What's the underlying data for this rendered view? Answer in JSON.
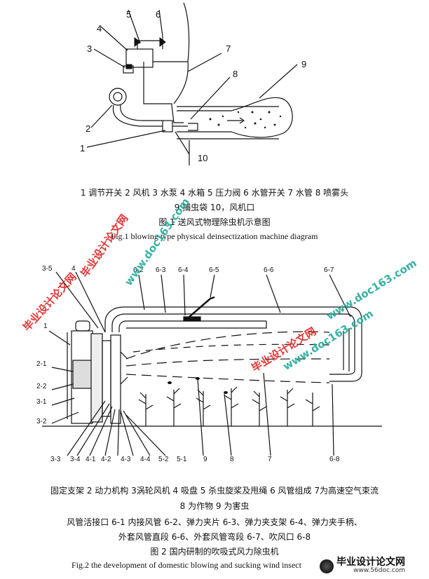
{
  "figure1": {
    "callouts": [
      "5",
      "6",
      "4",
      "3",
      "7",
      "8",
      "9",
      "2",
      "1",
      "10"
    ],
    "legend_line1": "1 调节开关  2 风机  3 水泵  4 水箱  5 压力阀  6 水管开关  7 水管  8 喷雾头",
    "legend_line2": "9 捕虫袋  10，风机口",
    "caption_zh": "图 1  送风式物理除虫机示意图",
    "caption_en": "Fig.1    blowing type physical deinsectization machine diagram"
  },
  "figure2": {
    "callouts_top": [
      "3-5",
      "4",
      "6-2",
      "6-3",
      "6-4",
      "6-5",
      "6-6",
      "6-7"
    ],
    "callouts_left": [
      "1",
      "2-1",
      "2-2",
      "3-1",
      "3-2"
    ],
    "callouts_bottom": [
      "3-3",
      "3-4",
      "4-1",
      "4-2",
      "4-3",
      "4-4",
      "5-2",
      "5-1",
      "9",
      "8",
      "7",
      "6-8"
    ],
    "legend_line1": "固定支架  2  动力机构  3涡轮风机  4  吸盘  5  杀虫旋桨及甩绳  6  风管组成  7为高速空气束流",
    "legend_line2": "8 为作物  9 为害虫",
    "legend_line3": "风管活接口 6-1  内接风管 6-2、弹力夹片 6-3、弹力夹支架 6-4、弹力夹手柄、",
    "legend_line4": "外套风管直段 6-6、外套风管弯段 6-7、吹风口 6-8",
    "caption_zh": "图 2   国内研制的吹吸式风力除虫机",
    "caption_en": "Fig.2    the development of domestic blowing and sucking wind insect"
  },
  "watermarks": [
    "毕业设计论文网",
    "www.doc163.com",
    "毕业设计论文网",
    "www.doc163.com",
    "毕业设计论文网",
    "www.doc163.com"
  ],
  "logo": {
    "title": "毕业设计论文网",
    "url": "www.56doc.com"
  }
}
